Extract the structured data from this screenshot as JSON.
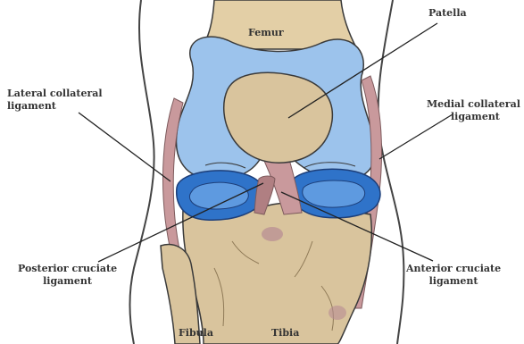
{
  "labels": {
    "femur": "Femur",
    "patella": "Patella",
    "lateral_collateral_ligament": {
      "line1": "Lateral collateral",
      "line2": "ligament"
    },
    "medial_collateral_ligament": {
      "line1": "Medial collateral",
      "line2": "ligament"
    },
    "posterior_cruciate_ligament": {
      "line1": "Posterior cruciate",
      "line2": "ligament"
    },
    "anterior_cruciate_ligament": {
      "line1": "Anterior cruciate",
      "line2": "ligament"
    },
    "fibula": "Fibula",
    "tibia": "Tibia"
  },
  "colors": {
    "cartilage": "#9cc3ec",
    "bone": "#d9c49d",
    "meniscus": "#2f73c9",
    "ligament": "#c9999c",
    "outline": "#3a3a3a",
    "skin_outline": "#444444"
  }
}
